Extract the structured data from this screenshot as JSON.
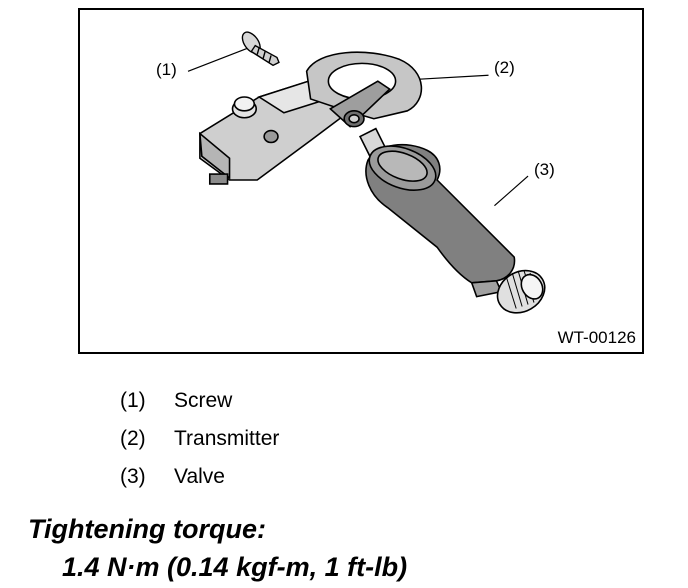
{
  "figure": {
    "callouts": [
      "(1)",
      "(2)",
      "(3)"
    ],
    "figure_id": "WT-00126"
  },
  "legend": [
    {
      "number": "(1)",
      "label": "Screw"
    },
    {
      "number": "(2)",
      "label": "Transmitter"
    },
    {
      "number": "(3)",
      "label": "Valve"
    }
  ],
  "torque": {
    "title": "Tightening torque:",
    "value": "1.4 N·m (0.14 kgf-m, 1 ft-lb)"
  }
}
